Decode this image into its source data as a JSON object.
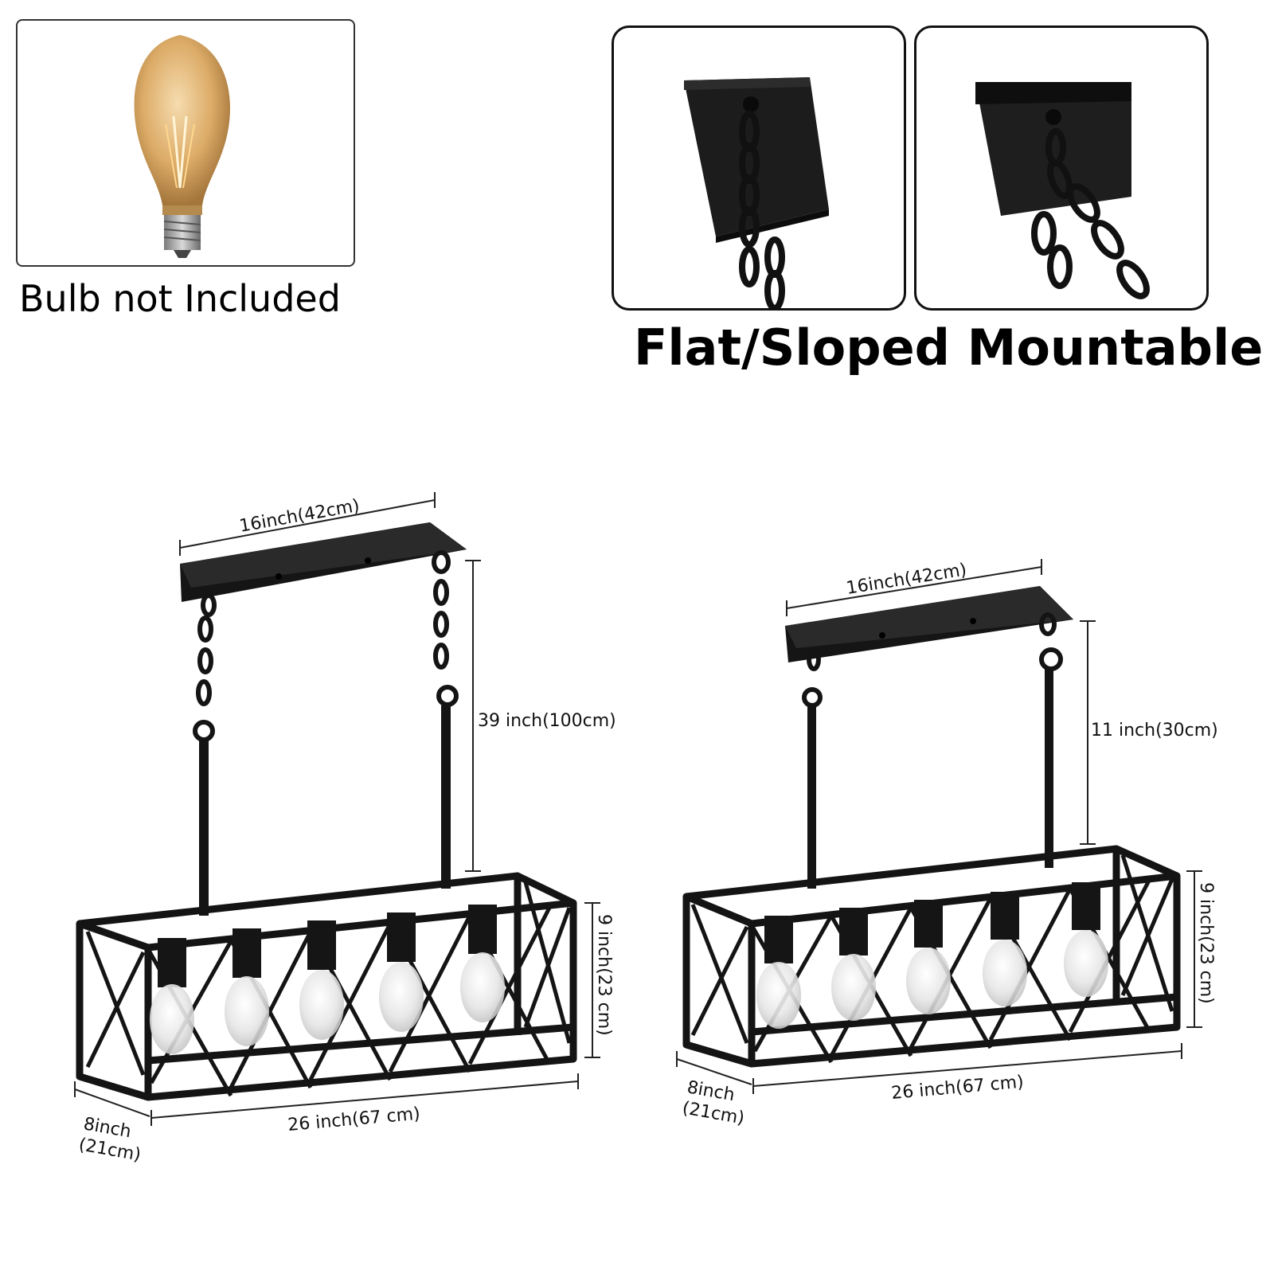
{
  "bulb": {
    "caption": "Bulb not Included"
  },
  "mount": {
    "caption": "Flat/Sloped Mountable"
  },
  "left_fixture": {
    "canopy_width": "16inch(42cm)",
    "hang_height": "39 inch(100cm)",
    "cage_height": "9 inch(23 cm)",
    "length": "26 inch(67 cm)",
    "depth_line1": "8inch",
    "depth_line2": "(21cm)"
  },
  "right_fixture": {
    "canopy_width": "16inch(42cm)",
    "hang_height": "11 inch(30cm)",
    "cage_height": "9 inch(23 cm)",
    "length": "26 inch(67 cm)",
    "depth_line1": "8inch",
    "depth_line2": "(21cm)"
  },
  "colors": {
    "metal": "#141414",
    "amber": "#d9a45a",
    "glass": "#e8e8e8"
  }
}
